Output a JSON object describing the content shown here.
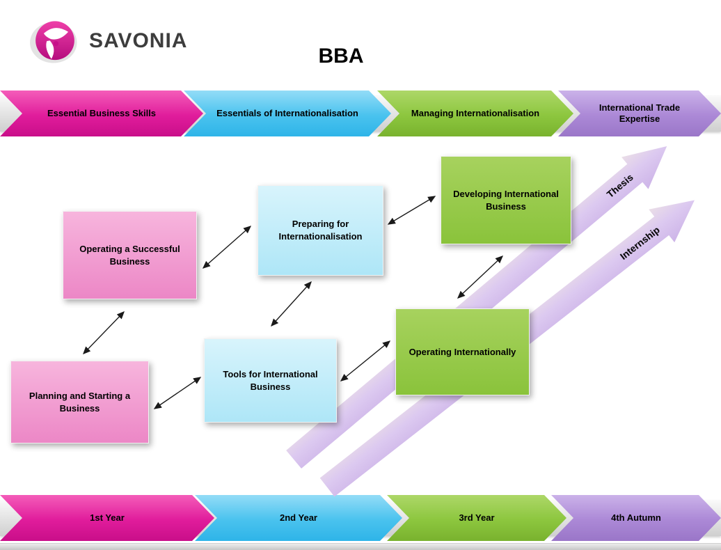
{
  "header": {
    "logo_text": "SAVONIA",
    "title": "BBA"
  },
  "colors": {
    "magenta": "#DF1D9B",
    "cyan": "#4FC3EF",
    "green": "#8CC63E",
    "purple": "#AE8BD6",
    "pink_box": "#EF93CB",
    "cyan_box": "#BCE9F8",
    "green_box": "#93C844",
    "lavender_arrow": "#DCC9F0"
  },
  "top_banner": {
    "items": [
      {
        "label": "Essential Business Skills"
      },
      {
        "label": "Essentials of Internationalisation"
      },
      {
        "label": "Managing Internationalisation"
      },
      {
        "label": "International Trade Expertise"
      }
    ]
  },
  "bottom_banner": {
    "items": [
      {
        "label": "1st Year"
      },
      {
        "label": "2nd Year"
      },
      {
        "label": "3rd Year"
      },
      {
        "label": "4th Autumn"
      }
    ]
  },
  "boxes": [
    {
      "label": "Operating a Successful Business"
    },
    {
      "label": "Planning and Starting a Business"
    },
    {
      "label": "Preparing for Internationalisation"
    },
    {
      "label": "Tools for International Business"
    },
    {
      "label": "Developing International Business"
    },
    {
      "label": "Operating Internationally"
    }
  ],
  "diagonal_arrows": [
    {
      "label": "Thesis"
    },
    {
      "label": "Internship"
    }
  ],
  "connections": [
    [
      "Planning and Starting a Business",
      "Operating a Successful Business"
    ],
    [
      "Operating a Successful Business",
      "Preparing for Internationalisation"
    ],
    [
      "Planning and Starting a Business",
      "Tools for International Business"
    ],
    [
      "Preparing for Internationalisation",
      "Tools for International Business"
    ],
    [
      "Tools for International Business",
      "Operating Internationally"
    ],
    [
      "Preparing for Internationalisation",
      "Developing International Business"
    ],
    [
      "Operating Internationally",
      "Developing International Business"
    ]
  ]
}
